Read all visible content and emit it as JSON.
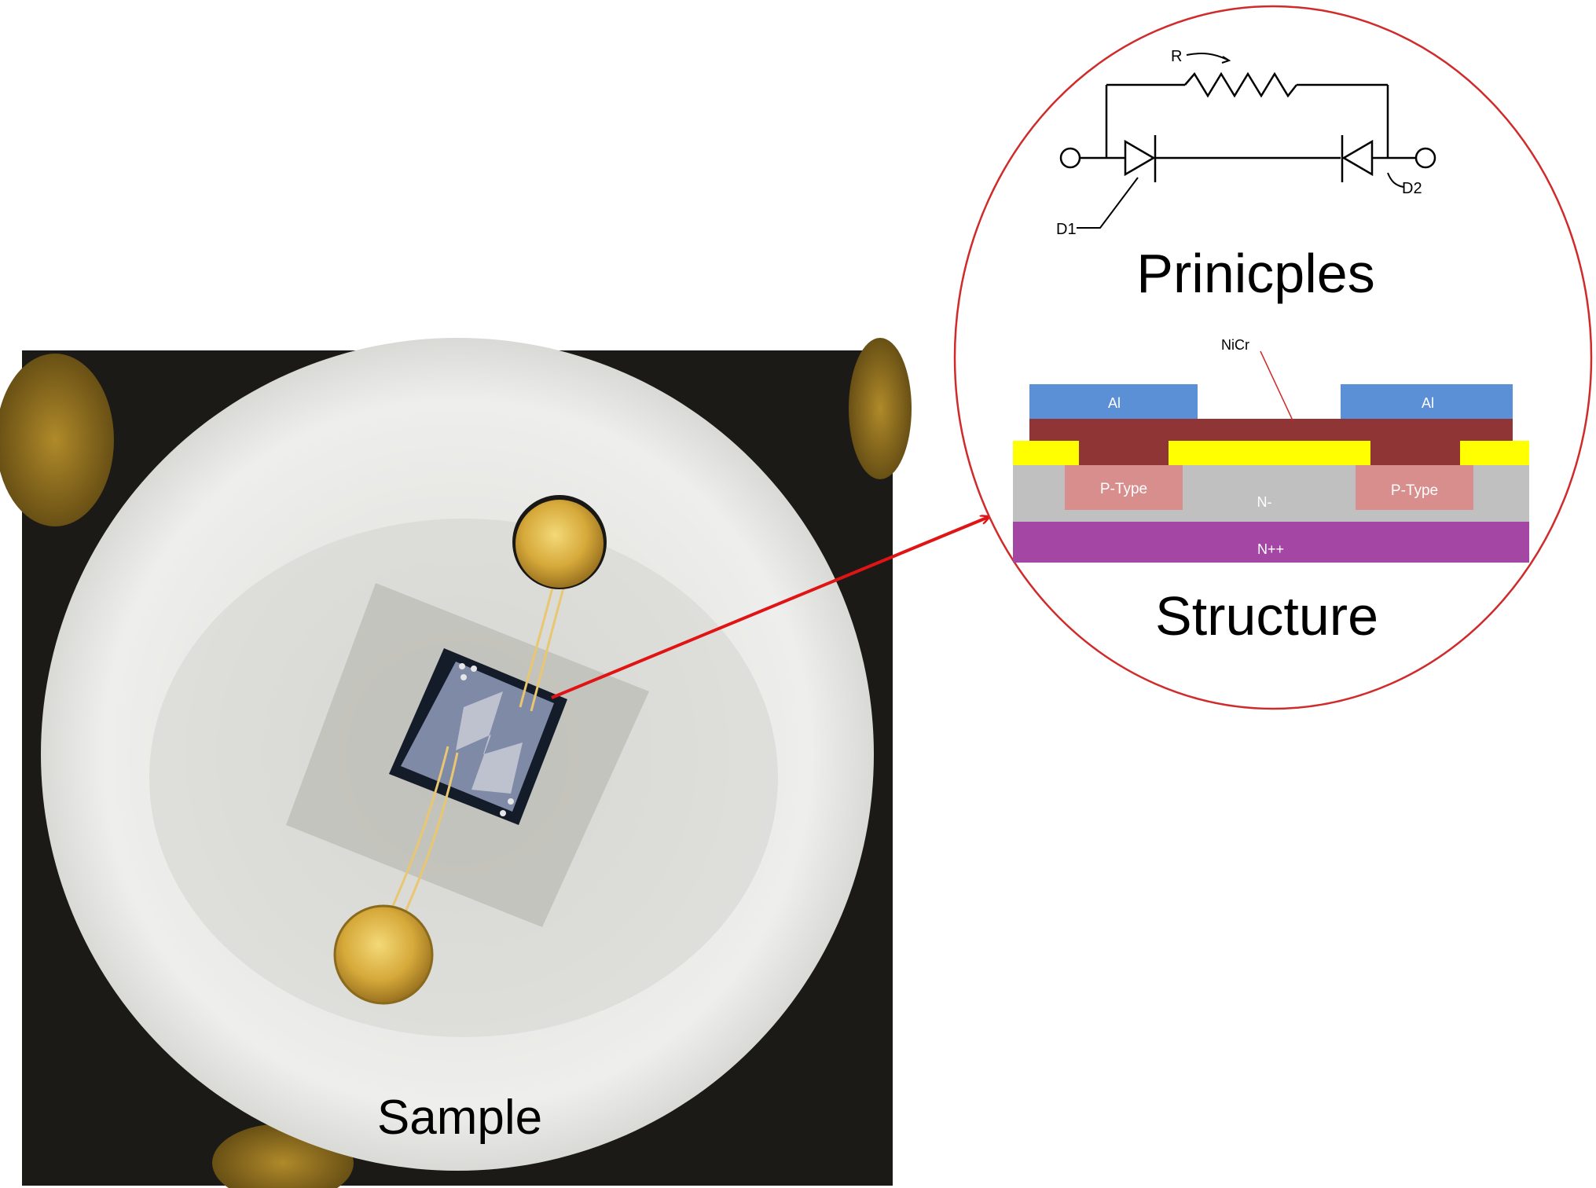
{
  "photo": {
    "caption": "Sample"
  },
  "callout": {
    "circuit": {
      "resistor_label": "R",
      "diode1_label": "D1",
      "diode2_label": "D2",
      "title": "Prinicples"
    },
    "structure": {
      "nicr_label": "NiCr",
      "al_left_label": "Al",
      "al_right_label": "Al",
      "ptype_left_label": "P-Type",
      "ptype_right_label": "P-Type",
      "n_minus_label": "N-",
      "n_plus_label": "N++",
      "title": "Structure"
    }
  },
  "colors": {
    "circle_outline": "#d02a2a",
    "arrow": "#e01414",
    "al": "#5b8fd6",
    "nicr": "#8f3535",
    "oxide": "#ffff00",
    "ptype": "#d98e8e",
    "n_minus": "#c0c0c0",
    "n_plus": "#a446a4"
  }
}
